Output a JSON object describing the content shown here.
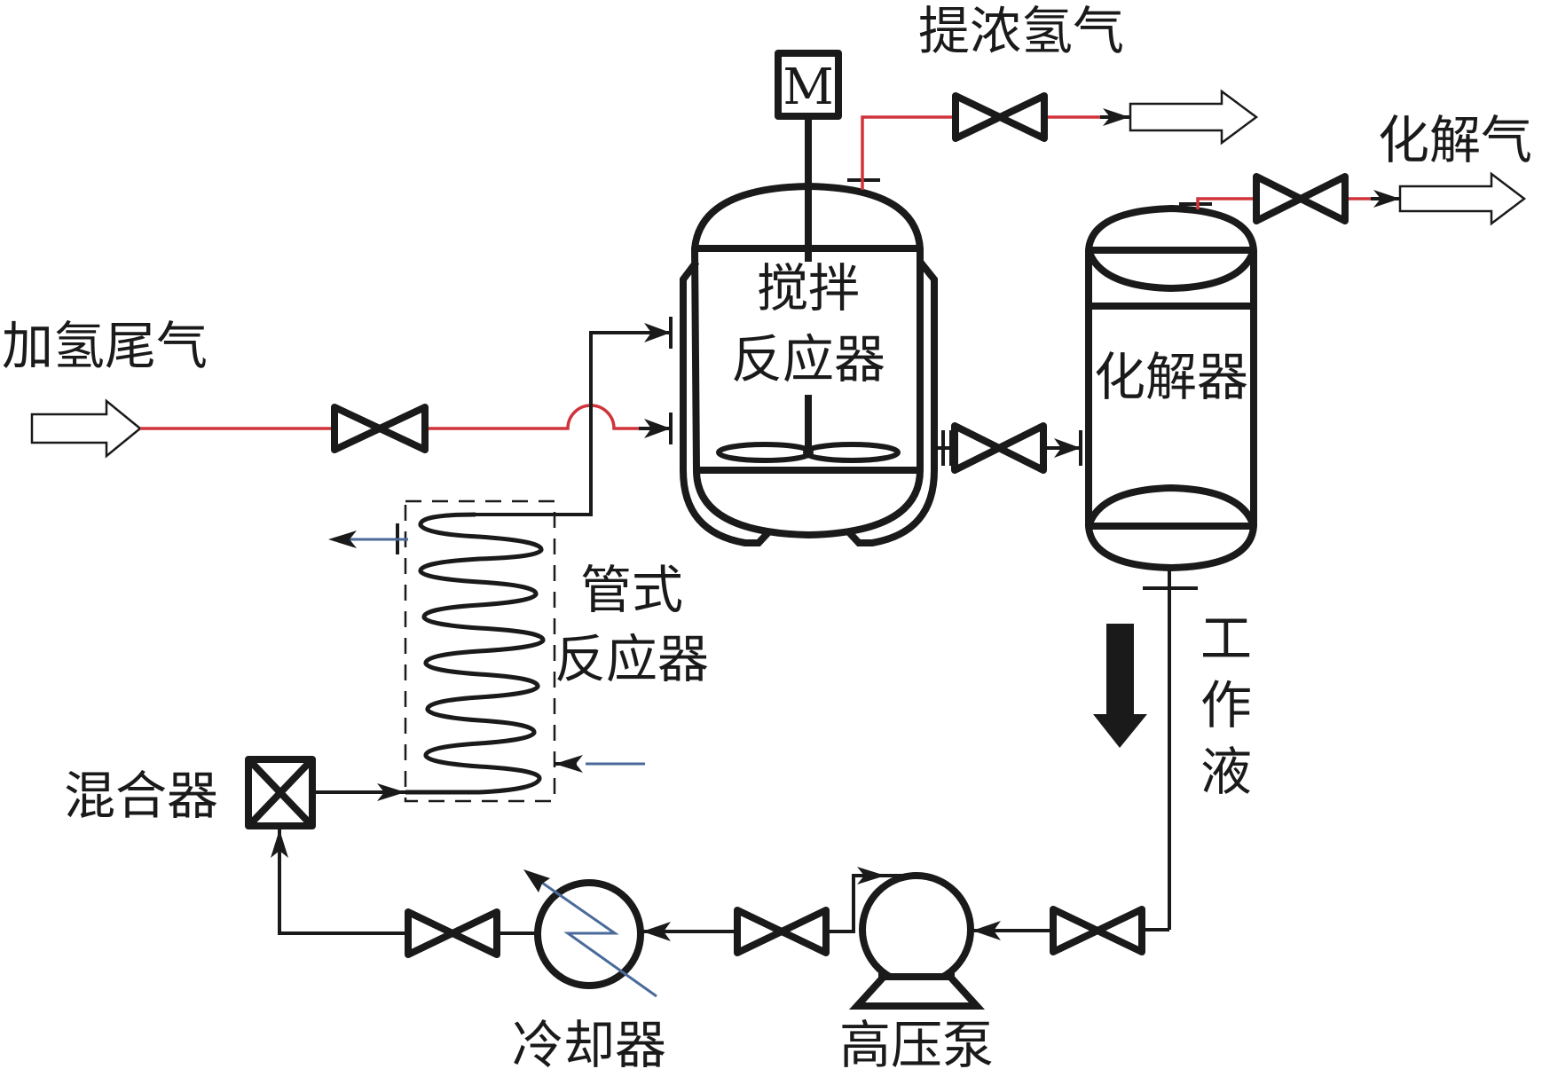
{
  "title": "Process flow diagram: hydrogenation tail gas hydrogen enrichment",
  "labels": {
    "feed_gas": "加氢尾气",
    "enriched_hydrogen": "提浓氢气",
    "decomposed_gas": "化解气",
    "stirred_reactor_line1": "搅拌",
    "stirred_reactor_line2": "反应器",
    "motor": "M",
    "dissolver": "化解器",
    "tubular_reactor_line1": "管式",
    "tubular_reactor_line2": "反应器",
    "mixer": "混合器",
    "working_fluid_1": "工",
    "working_fluid_2": "作",
    "working_fluid_3": "液",
    "cooler": "冷却器",
    "pump": "高压泵"
  },
  "colors": {
    "gas_line": "#d0343a",
    "coolant_line": "#4a6a9a",
    "liquid_line": "#1a1a1a"
  },
  "icons": {
    "valve": "gate-valve-icon",
    "flow_in": "hollow-arrow-icon",
    "motor": "motor-icon",
    "mixer": "mixer-icon",
    "cooler": "heat-exchanger-icon",
    "pump": "pump-icon",
    "flow_direction": "down-arrow-icon"
  }
}
